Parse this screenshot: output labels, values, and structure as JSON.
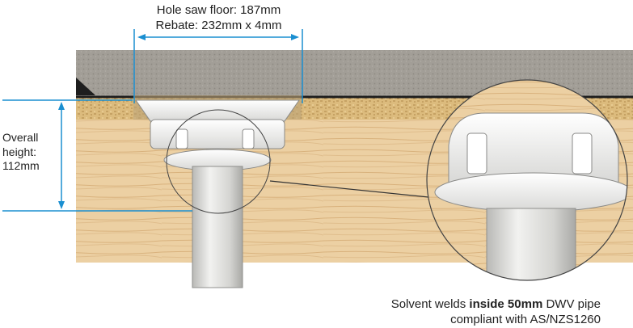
{
  "dimensions": {
    "hole_saw": "Hole saw floor: 187mm",
    "rebate": "Rebate: 232mm x 4mm",
    "overall_height_line1": "Overall",
    "overall_height_line2": "height:",
    "overall_height_line3": "112mm"
  },
  "caption": {
    "line1_prefix": "Solvent welds ",
    "line1_bold": "inside 50mm",
    "line1_suffix": " DWV pipe",
    "line2": "compliant with AS/NZS1260"
  },
  "colors": {
    "dimension_line": "#1a8fd1",
    "timber": "#e8c99a",
    "tile": "#9a9690",
    "particle_board": "#d9b878",
    "pipe": "#d6d6d4"
  }
}
